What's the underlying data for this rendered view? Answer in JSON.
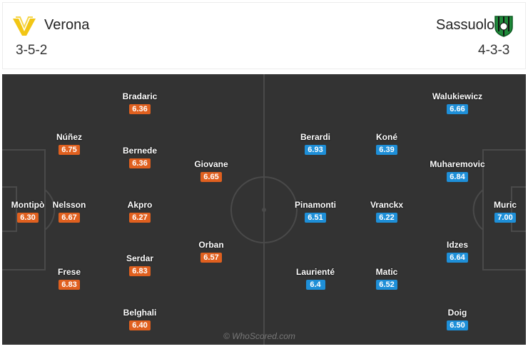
{
  "home": {
    "name": "Verona",
    "formation": "3-5-2",
    "logo_color": "#f2c615",
    "players": [
      {
        "name": "Montipò",
        "rating": "6.30"
      },
      {
        "name": "Núñez",
        "rating": "6.75"
      },
      {
        "name": "Nelsson",
        "rating": "6.67"
      },
      {
        "name": "Frese",
        "rating": "6.83"
      },
      {
        "name": "Bradaric",
        "rating": "6.36"
      },
      {
        "name": "Bernede",
        "rating": "6.36"
      },
      {
        "name": "Akpro",
        "rating": "6.27"
      },
      {
        "name": "Serdar",
        "rating": "6.83"
      },
      {
        "name": "Belghali",
        "rating": "6.40"
      },
      {
        "name": "Giovane",
        "rating": "6.65"
      },
      {
        "name": "Orban",
        "rating": "6.57"
      }
    ]
  },
  "away": {
    "name": "Sassuolo",
    "formation": "4-3-3",
    "logo_color": "#1f8a3a",
    "players": [
      {
        "name": "Berardi",
        "rating": "6.93"
      },
      {
        "name": "Pinamonti",
        "rating": "6.51"
      },
      {
        "name": "Laurienté",
        "rating": "6.4"
      },
      {
        "name": "Koné",
        "rating": "6.39"
      },
      {
        "name": "Vranckx",
        "rating": "6.22"
      },
      {
        "name": "Matic",
        "rating": "6.52"
      },
      {
        "name": "Walukiewicz",
        "rating": "6.66"
      },
      {
        "name": "Muharemovic",
        "rating": "6.84"
      },
      {
        "name": "Idzes",
        "rating": "6.64"
      },
      {
        "name": "Doig",
        "rating": "6.50"
      },
      {
        "name": "Muric",
        "rating": "7.00"
      }
    ]
  },
  "credit": "© WhoScored.com",
  "colors": {
    "pitch": "#333333",
    "home_rating": "#e0601f",
    "away_rating": "#1e8fd8"
  }
}
